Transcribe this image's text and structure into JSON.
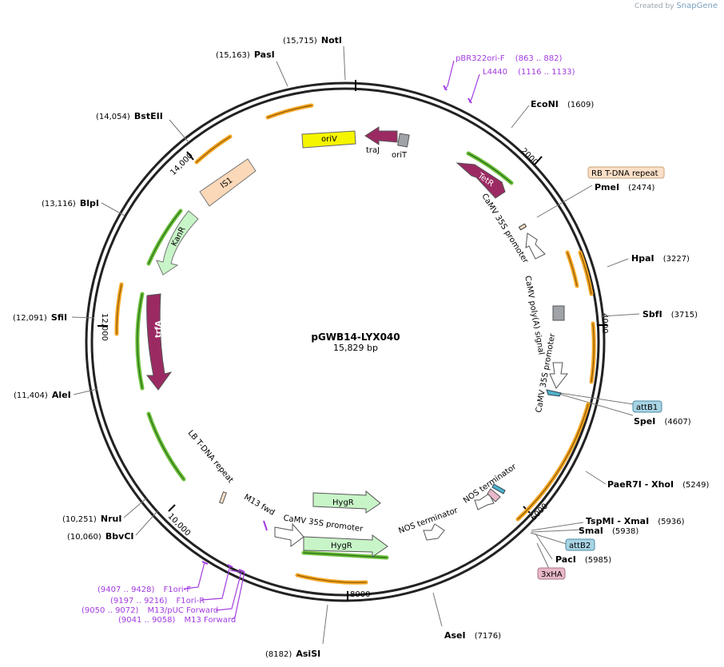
{
  "credit": {
    "prefix": "Created by",
    "brand": "SnapGene"
  },
  "plasmid": {
    "name": "pGWB14-LYX040",
    "length": "15,829 bp"
  },
  "ticks": [
    "2000",
    "4000",
    "6000",
    "8000",
    "10,000",
    "12,000",
    "14,000"
  ],
  "sites": [
    {
      "pos": "(15,715)",
      "name": "NotI"
    },
    {
      "pos": "(15,163)",
      "name": "PasI"
    },
    {
      "pos": "(14,054)",
      "name": "BstEII"
    },
    {
      "pos": "(13,116)",
      "name": "BlpI"
    },
    {
      "pos": "(12,091)",
      "name": "SfiI"
    },
    {
      "pos": "(11,404)",
      "name": "AleI"
    },
    {
      "pos": "(10,251)",
      "name": "NruI"
    },
    {
      "pos": "(10,060)",
      "name": "BbvCI"
    },
    {
      "pos": "(8182)",
      "name": "AsiSI"
    },
    {
      "pos": "(7176)",
      "name": "AseI"
    },
    {
      "pos": "(1609)",
      "name": "EcoNI"
    },
    {
      "pos": "(2474)",
      "name": "PmeI"
    },
    {
      "pos": "(3227)",
      "name": "HpaI"
    },
    {
      "pos": "(3715)",
      "name": "SbfI"
    },
    {
      "pos": "(4607)",
      "name": "SpeI"
    },
    {
      "pos": "(5249)",
      "name": "PaeR7I  - XhoI"
    },
    {
      "pos": "(5936)",
      "name": "TspMI  - XmaI"
    },
    {
      "pos": "(5938)",
      "name": "SmaI"
    },
    {
      "pos": "(5985)",
      "name": "PacI"
    }
  ],
  "primers": [
    {
      "name": "pBR322ori-F",
      "pos": "(863 .. 882)"
    },
    {
      "name": "L4440",
      "pos": "(1116 .. 1133)"
    },
    {
      "name": "F1ori-F",
      "pos": "(9407 .. 9428)"
    },
    {
      "name": "F1ori-R",
      "pos": "(9197 .. 9216)"
    },
    {
      "name": "M13/pUC Forward",
      "pos": "(9050 .. 9072)"
    },
    {
      "name": "M13 Forward",
      "pos": "(9041 .. 9058)"
    }
  ],
  "boxes": [
    "RB T-DNA repeat",
    "attB1",
    "attB2",
    "3xHA"
  ],
  "features": {
    "oriV": "oriV",
    "traJ": "traJ",
    "oriT": "oriT",
    "TetR": "TetR",
    "IS1": "IS1",
    "KanR": "KanR",
    "trfA": "trfA",
    "camv35s_1": "CaMV 35S promoter",
    "camv_polya": "CaMV poly(A) signal",
    "camv35s_2": "CaMV 35S promoter",
    "nos_1": "NOS terminator",
    "nos_2": "NOS terminator",
    "lb": "LB T-DNA repeat",
    "m13fwd": "M13 fwd",
    "camv35s_3": "CaMV 35S promoter",
    "hygr_1": "HygR",
    "hygr_2": "HygR"
  },
  "colors": {
    "ring": "#222222",
    "primer": "#a23be0",
    "orf": "#f5a623",
    "orf_core": "#f7d9a8",
    "orf_green": "#6bbf3a",
    "hygr": "#c8f5c8",
    "kanr": "#c8f5c8",
    "trfa": "#9b2a63",
    "tetr": "#9b2a63",
    "oriv": "#f5f500",
    "is1": "#fbd8b8",
    "attb": "#a8d4e4",
    "ha": "#e8b8c8",
    "rb": "#fce0c8",
    "gray": "#a0a4a8"
  }
}
